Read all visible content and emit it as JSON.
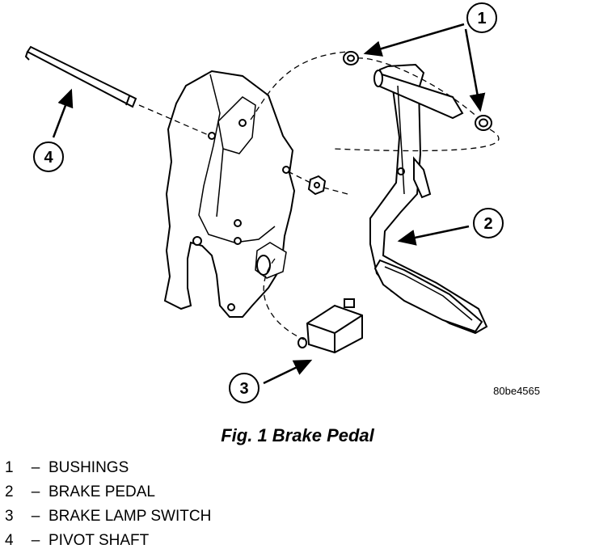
{
  "figure": {
    "title": "Fig. 1 Brake Pedal",
    "ref_code": "80be4565"
  },
  "callouts": [
    "1",
    "2",
    "3",
    "4"
  ],
  "legend": [
    {
      "num": "1",
      "dash": "–",
      "label": "BUSHINGS"
    },
    {
      "num": "2",
      "dash": "–",
      "label": "BRAKE PEDAL"
    },
    {
      "num": "3",
      "dash": "–",
      "label": "BRAKE LAMP SWITCH"
    },
    {
      "num": "4",
      "dash": "–",
      "label": "PIVOT SHAFT"
    }
  ]
}
